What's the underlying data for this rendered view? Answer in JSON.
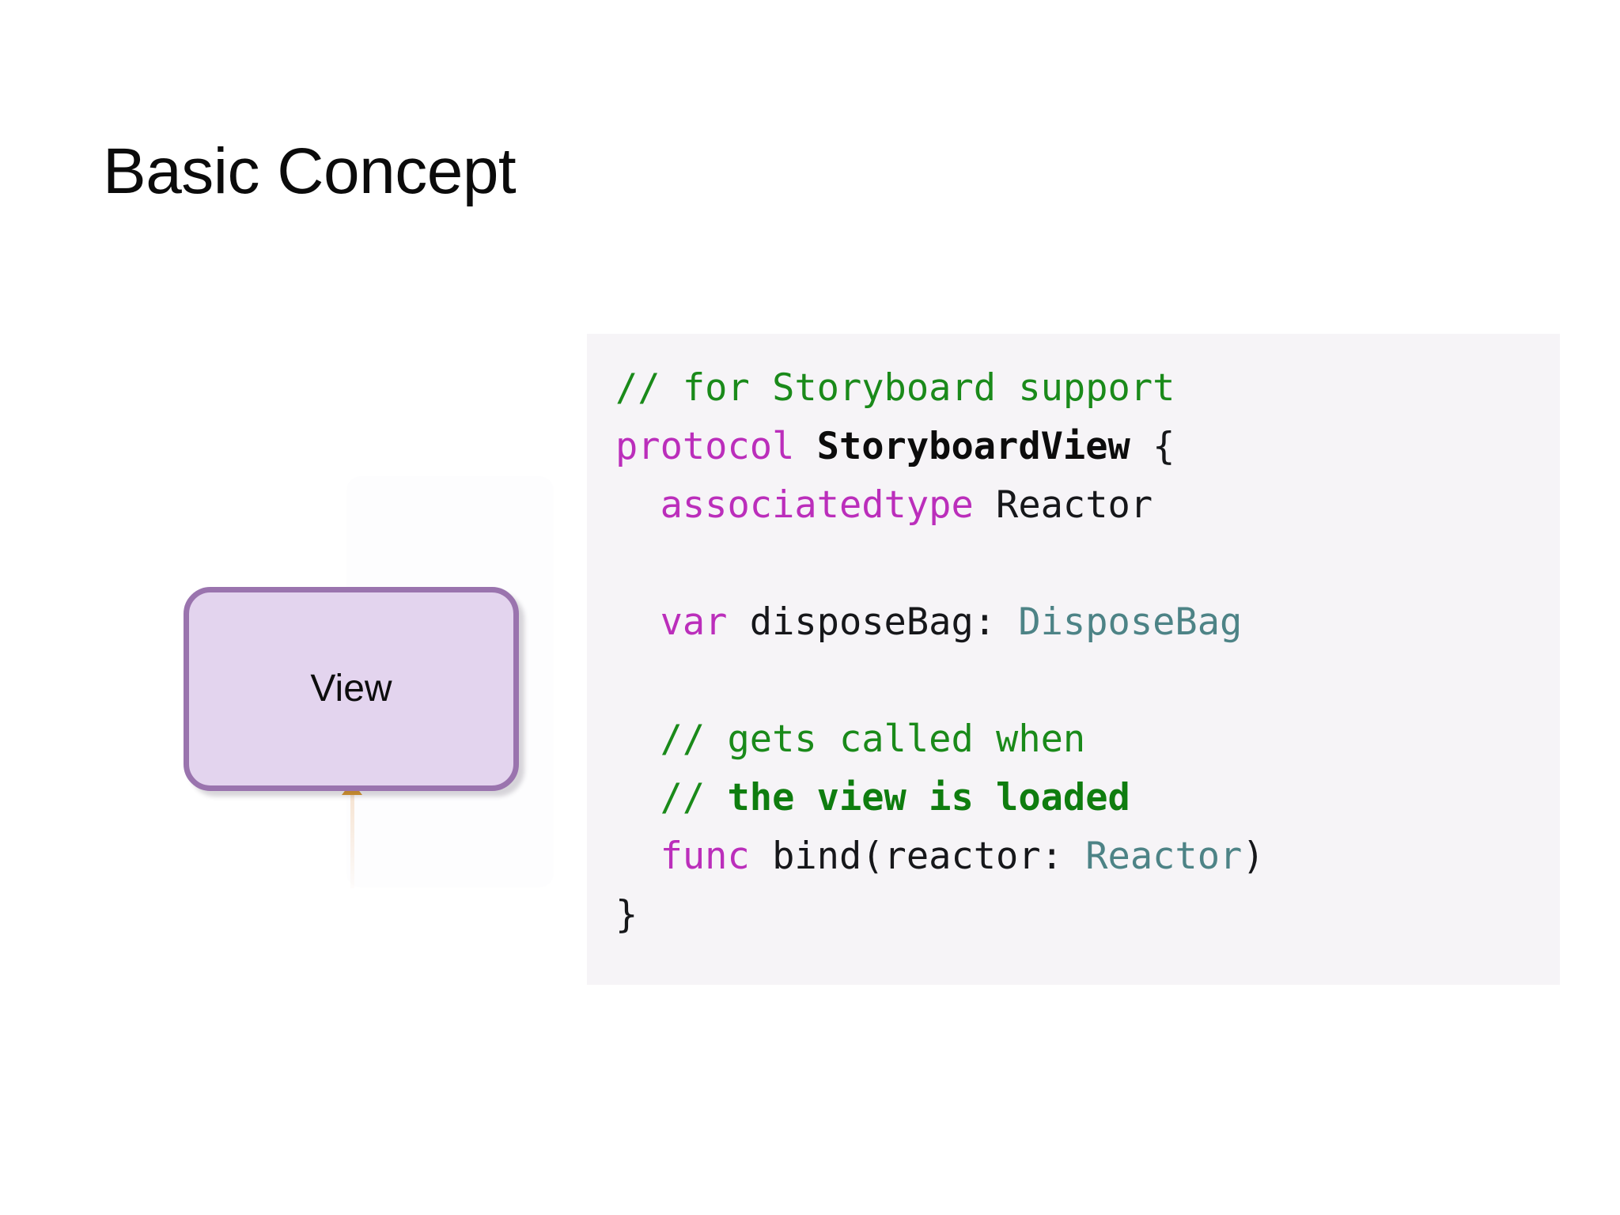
{
  "slide": {
    "title": "Basic Concept",
    "background_color": "#ffffff"
  },
  "diagram": {
    "nodes": [
      {
        "id": "view",
        "label": "View",
        "fill_color": "#e3d4ee",
        "border_color": "#9a74ae",
        "text_color": "#0d0d0d"
      }
    ],
    "connector": {
      "arrow_color": "#dd9a2c",
      "direction": "up-into-view"
    }
  },
  "code_block": {
    "background_color": "#f6f4f7",
    "language": "swift",
    "colors": {
      "comment": "#1a8a1a",
      "keyword": "#bb2ebb",
      "type": "#4d8386",
      "plain": "#16171a"
    },
    "plain_text": "// for Storyboard support\nprotocol StoryboardView {\n  associatedtype Reactor\n\n  var disposeBag: DisposeBag\n\n  // gets called when\n  // the view is loaded\n  func bind(reactor: Reactor)\n}",
    "lines": [
      {
        "tokens": [
          {
            "text": "// for Storyboard support",
            "kind": "comment"
          }
        ]
      },
      {
        "tokens": [
          {
            "text": "protocol ",
            "kind": "keyword"
          },
          {
            "text": "StoryboardView",
            "kind": "bold"
          },
          {
            "text": " {",
            "kind": "plain"
          }
        ]
      },
      {
        "tokens": [
          {
            "text": "  associatedtype ",
            "kind": "keyword"
          },
          {
            "text": "Reactor",
            "kind": "plain"
          }
        ]
      },
      {
        "tokens": [
          {
            "text": " ",
            "kind": "plain"
          }
        ]
      },
      {
        "tokens": [
          {
            "text": "  var ",
            "kind": "keyword"
          },
          {
            "text": "disposeBag: ",
            "kind": "plain"
          },
          {
            "text": "DisposeBag",
            "kind": "type"
          }
        ]
      },
      {
        "tokens": [
          {
            "text": " ",
            "kind": "plain"
          }
        ]
      },
      {
        "tokens": [
          {
            "text": "  // gets called when",
            "kind": "comment"
          }
        ]
      },
      {
        "tokens": [
          {
            "text": "  // ",
            "kind": "comment"
          },
          {
            "text": "the view is loaded",
            "kind": "comment-bold"
          }
        ]
      },
      {
        "tokens": [
          {
            "text": "  func ",
            "kind": "keyword"
          },
          {
            "text": "bind(reactor: ",
            "kind": "plain"
          },
          {
            "text": "Reactor",
            "kind": "type"
          },
          {
            "text": ")",
            "kind": "plain"
          }
        ]
      },
      {
        "tokens": [
          {
            "text": "}",
            "kind": "plain"
          }
        ]
      }
    ]
  }
}
